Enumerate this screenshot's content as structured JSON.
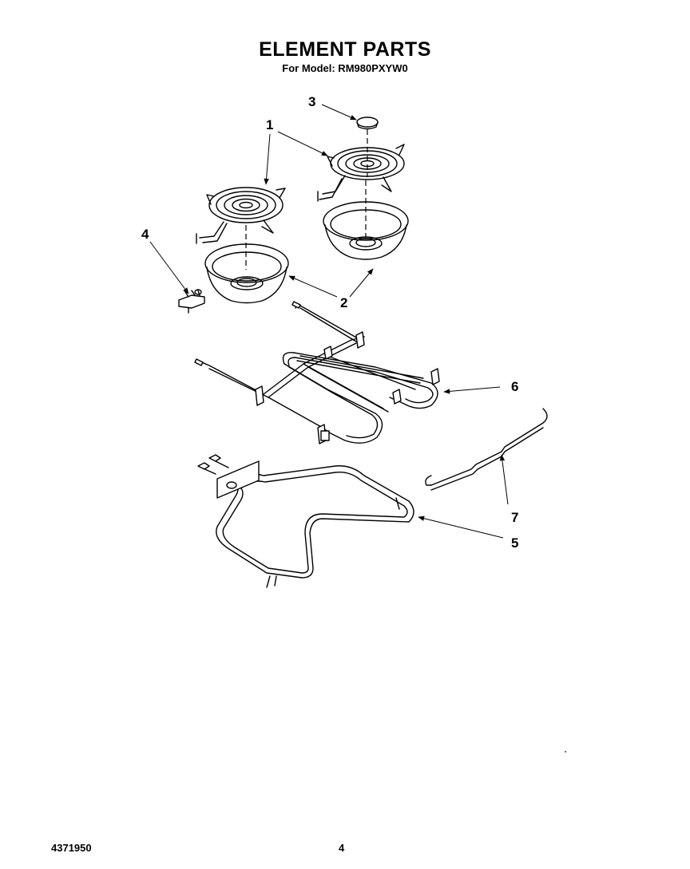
{
  "header": {
    "title": "ELEMENT PARTS",
    "subtitle": "For Model: RM980PXYW0"
  },
  "callouts": [
    {
      "number": "1",
      "part": "surface-element"
    },
    {
      "number": "2",
      "part": "drip-bowl"
    },
    {
      "number": "3",
      "part": "center-cap"
    },
    {
      "number": "4",
      "part": "terminal-block"
    },
    {
      "number": "5",
      "part": "bake-element"
    },
    {
      "number": "6",
      "part": "broil-element"
    },
    {
      "number": "7",
      "part": "element-bracket"
    }
  ],
  "footer": {
    "doc_number": "4371950",
    "page_number": "4"
  }
}
